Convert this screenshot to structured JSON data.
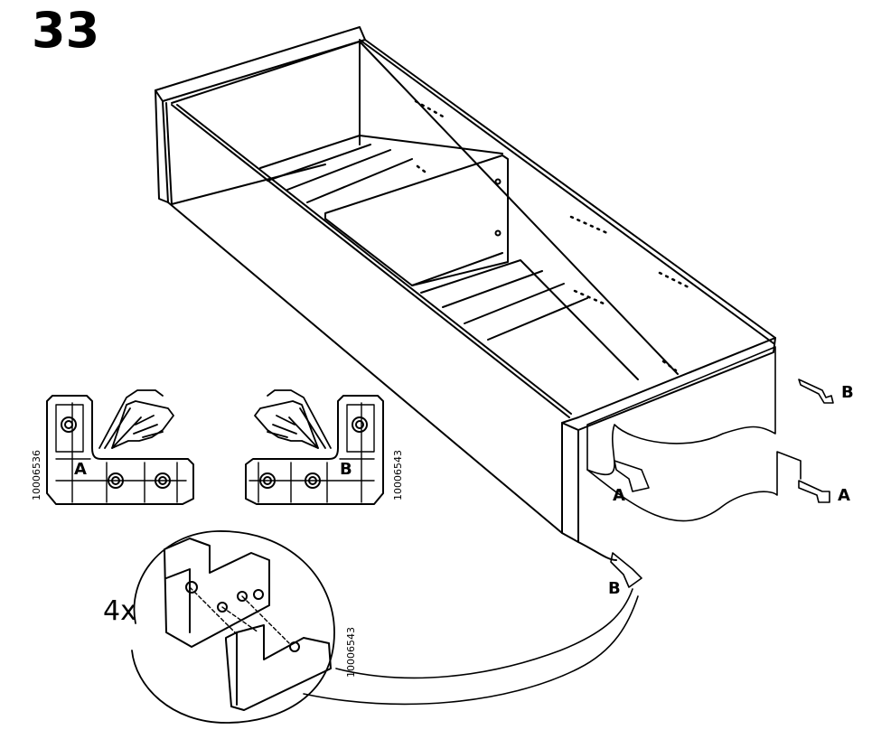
{
  "step_number": "33",
  "part_codes": {
    "left": "10006536",
    "right": "10006543",
    "detail": "10006543"
  },
  "bracket_labels": {
    "left_card": "A",
    "right_card": "B"
  },
  "fitting_labels": {
    "top_right": "B",
    "front_left": "A",
    "back_right": "A",
    "bottom_front": "B"
  },
  "detail_quantity": "4x",
  "colors": {
    "line": "#000000",
    "background": "#ffffff"
  },
  "icons": [
    "hand-pointing-icon",
    "corner-bracket-icon",
    "drawer-box-illustration",
    "detail-magnifier-circle"
  ]
}
